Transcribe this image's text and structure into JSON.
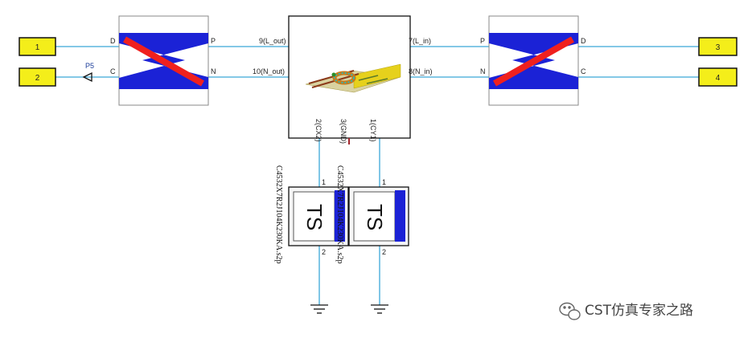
{
  "ports": [
    {
      "label": "1"
    },
    {
      "label": "2"
    },
    {
      "label": "3"
    },
    {
      "label": "4"
    }
  ],
  "probe": {
    "label": "P5"
  },
  "cross_left": {
    "pin_D": "D",
    "pin_C": "C",
    "pin_P": "P",
    "pin_N": "N"
  },
  "cross_right": {
    "pin_P": "P",
    "pin_N": "N",
    "pin_D": "D",
    "pin_C": "C"
  },
  "center_block": {
    "pin_l_out": "9(L_out)",
    "pin_n_out": "10(N_out)",
    "pin_l_in": "7(L_in)",
    "pin_n_in": "8(N_in)",
    "pin_cx2": "2(CX2)",
    "pin_gnd": "3(GND)",
    "pin_cy1": "1(CY1)"
  },
  "capacitors": [
    {
      "ts_label": "TS",
      "pin_top": "1",
      "pin_bottom": "2",
      "file": "C4532X7R2J104K230KA.s2p"
    },
    {
      "ts_label": "TS",
      "pin_top": "1",
      "pin_bottom": "2",
      "file": "C4532X7R2J104K230KA.s2p"
    }
  ],
  "watermark": {
    "text": "CST仿真专家之路"
  },
  "colors": {
    "wire": "#3aa7d8",
    "port_fill": "#f4ee1a",
    "cross_blue": "#1b22d6",
    "cross_red": "#f0201e"
  }
}
